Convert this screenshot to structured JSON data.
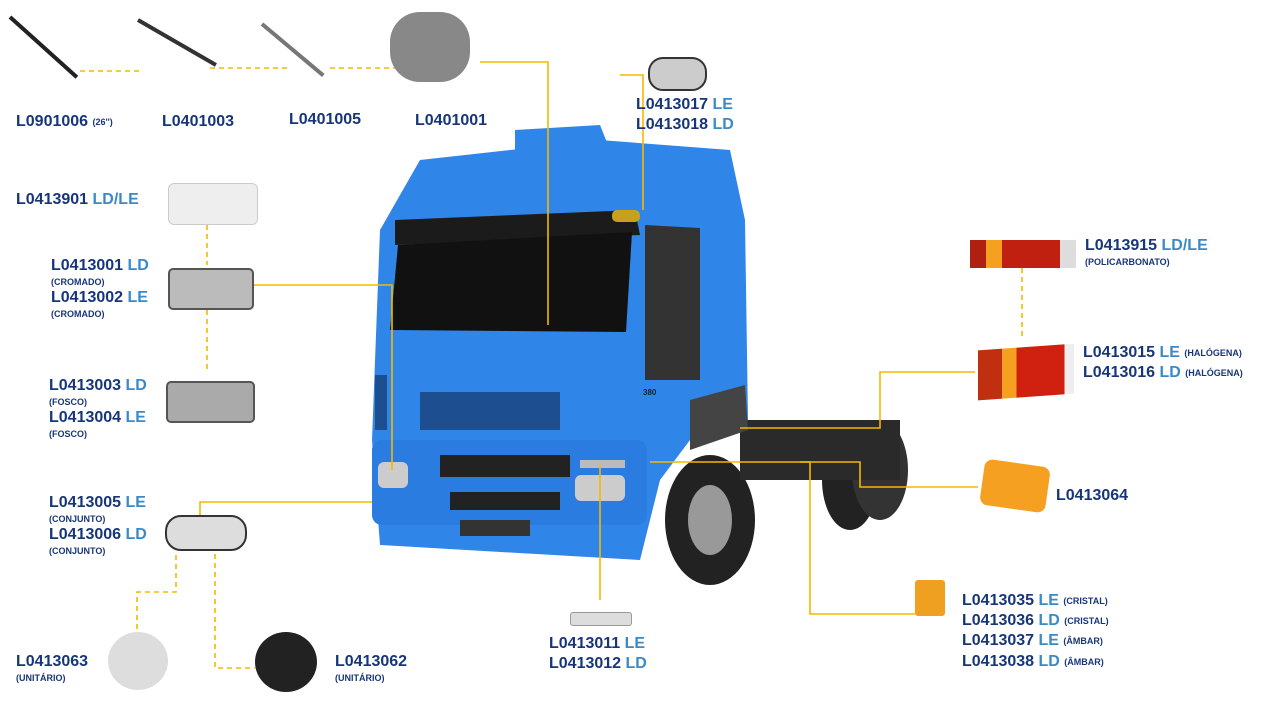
{
  "colors": {
    "code": "#17367a",
    "side": "#3b8ac8",
    "connector": "#f5b800",
    "truck": "#2f86e8"
  },
  "truck": {
    "badge": "380"
  },
  "parts": [
    {
      "code": "L0901006",
      "side": "",
      "note": "(26'')"
    },
    {
      "code": "L0401003",
      "side": "",
      "note": ""
    },
    {
      "code": "L0401005",
      "side": "",
      "note": ""
    },
    {
      "code": "L0401001",
      "side": "",
      "note": ""
    },
    {
      "code": "L0413017",
      "side": "LE",
      "note": ""
    },
    {
      "code": "L0413018",
      "side": "LD",
      "note": ""
    },
    {
      "code": "L0413901",
      "side": "LD/LE",
      "note": ""
    },
    {
      "code": "L0413001",
      "side": "LD",
      "note": "(CROMADO)"
    },
    {
      "code": "L0413002",
      "side": "LE",
      "note": "(CROMADO)"
    },
    {
      "code": "L0413003",
      "side": "LD",
      "note": "(FOSCO)"
    },
    {
      "code": "L0413004",
      "side": "LE",
      "note": "(FOSCO)"
    },
    {
      "code": "L0413005",
      "side": "LE",
      "note": "(CONJUNTO)"
    },
    {
      "code": "L0413006",
      "side": "LD",
      "note": "(CONJUNTO)"
    },
    {
      "code": "L0413063",
      "side": "",
      "note": "(UNITÁRIO)"
    },
    {
      "code": "L0413062",
      "side": "",
      "note": "(UNITÁRIO)"
    },
    {
      "code": "L0413011",
      "side": "LE",
      "note": ""
    },
    {
      "code": "L0413012",
      "side": "LD",
      "note": ""
    },
    {
      "code": "L0413915",
      "side": "LD/LE",
      "note": "(POLICARBONATO)"
    },
    {
      "code": "L0413015",
      "side": "LE",
      "note": "(HALÓGENA)"
    },
    {
      "code": "L0413016",
      "side": "LD",
      "note": "(HALÓGENA)"
    },
    {
      "code": "L0413064",
      "side": "",
      "note": ""
    },
    {
      "code": "L0413035",
      "side": "LE",
      "note": "(CRISTAL)"
    },
    {
      "code": "L0413036",
      "side": "LD",
      "note": "(CRISTAL)"
    },
    {
      "code": "L0413037",
      "side": "LE",
      "note": "(ÂMBAR)"
    },
    {
      "code": "L0413038",
      "side": "LD",
      "note": "(ÂMBAR)"
    }
  ]
}
